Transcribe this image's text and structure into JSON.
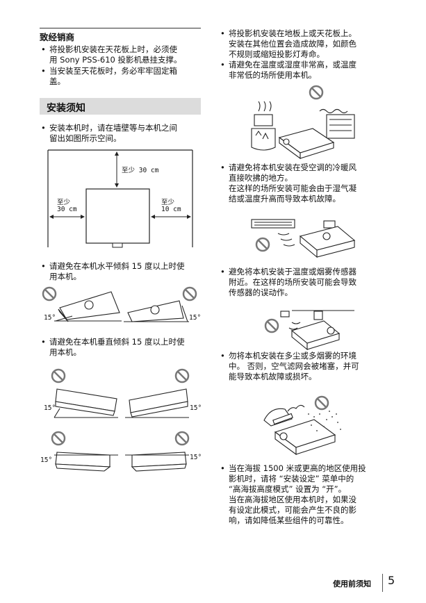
{
  "left": {
    "heading1": "致经销商",
    "dealer_bullets": [
      "将投影机安装在天花板上时，必须使\n用 Sony PSS-610 投影机悬挂支撑。",
      "当安装至天花板时，务必牢牢固定箱\n盖。"
    ],
    "section_title": "安装须知",
    "space_bullet": "安装本机时，请在墙壁等与本机之间\n留出如图所示空间。",
    "clearance": {
      "top": "至少 30 cm",
      "left_1": "至少",
      "left_2": "30 cm",
      "right_1": "至少",
      "right_2": "10 cm"
    },
    "tilt_h_bullet": "请避免在本机水平倾斜 15 度以上时使\n用本机。",
    "tilt_v_bullet": "请避免在本机垂直倾斜 15 度以上时使\n用本机。",
    "angle_label": "15°"
  },
  "right": {
    "b1": "将投影机安装在地板上或天花板上。\n安装在其他位置会造成故障，如颜色\n不规则或缩短投影灯寿命。",
    "b2": "请避免在温度或湿度非常高，或温度\n非常低的场所使用本机。",
    "b3": "请避免将本机安装在受空调的冷暖风\n直接吹拂的地方。\n在这样的场所安装可能会由于湿气凝\n结或温度升高而导致本机故障。",
    "b4": "避免将本机安装于温度或烟雾传感器\n附近。在这样的场所安装可能会导致\n传感器的误动作。",
    "b5": "勿将本机安装在多尘或多烟雾的环境\n中。 否则，空气滤网会被堵塞，并可\n能导致本机故障或损坏。",
    "b6": "当在海拔 1500 米或更高的地区使用投\n影机时，请将 “安装设定” 菜单中的\n“高海拔高度模式” 设置为 “开”。\n当在高海拔地区使用本机时，如果没\n有设定此模式，可能会产生不良的影\n响，请如降低某些组件的可靠性。"
  },
  "footer": {
    "section_name": "使用前须知",
    "page_number": "5"
  }
}
